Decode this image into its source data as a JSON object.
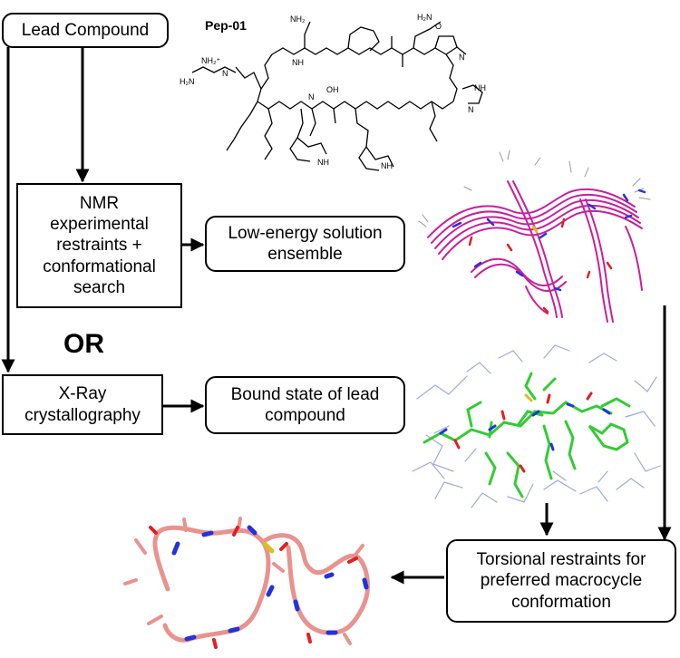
{
  "molecule": {
    "name": "Pep-01"
  },
  "boxes": {
    "lead": "Lead Compound",
    "nmr": "NMR\nexperimental\nrestraints +\nconformational\nsearch",
    "lowenergy": "Low-energy solution\nensemble",
    "xray": "X-Ray\ncrystallography",
    "bound": "Bound state of lead\ncompound",
    "torsional": "Torsional restraints for\npreferred macrocycle\nconformation"
  },
  "or_label": "OR",
  "colors": {
    "ensemble_backbone": "#c8209c",
    "bound_ligand": "#33cc33",
    "receptor_lines": "#8f9ad8",
    "macrocycle": "#e8938e",
    "nitrogen": "#2233dd",
    "oxygen": "#e02020",
    "sulfur": "#d8c020"
  }
}
